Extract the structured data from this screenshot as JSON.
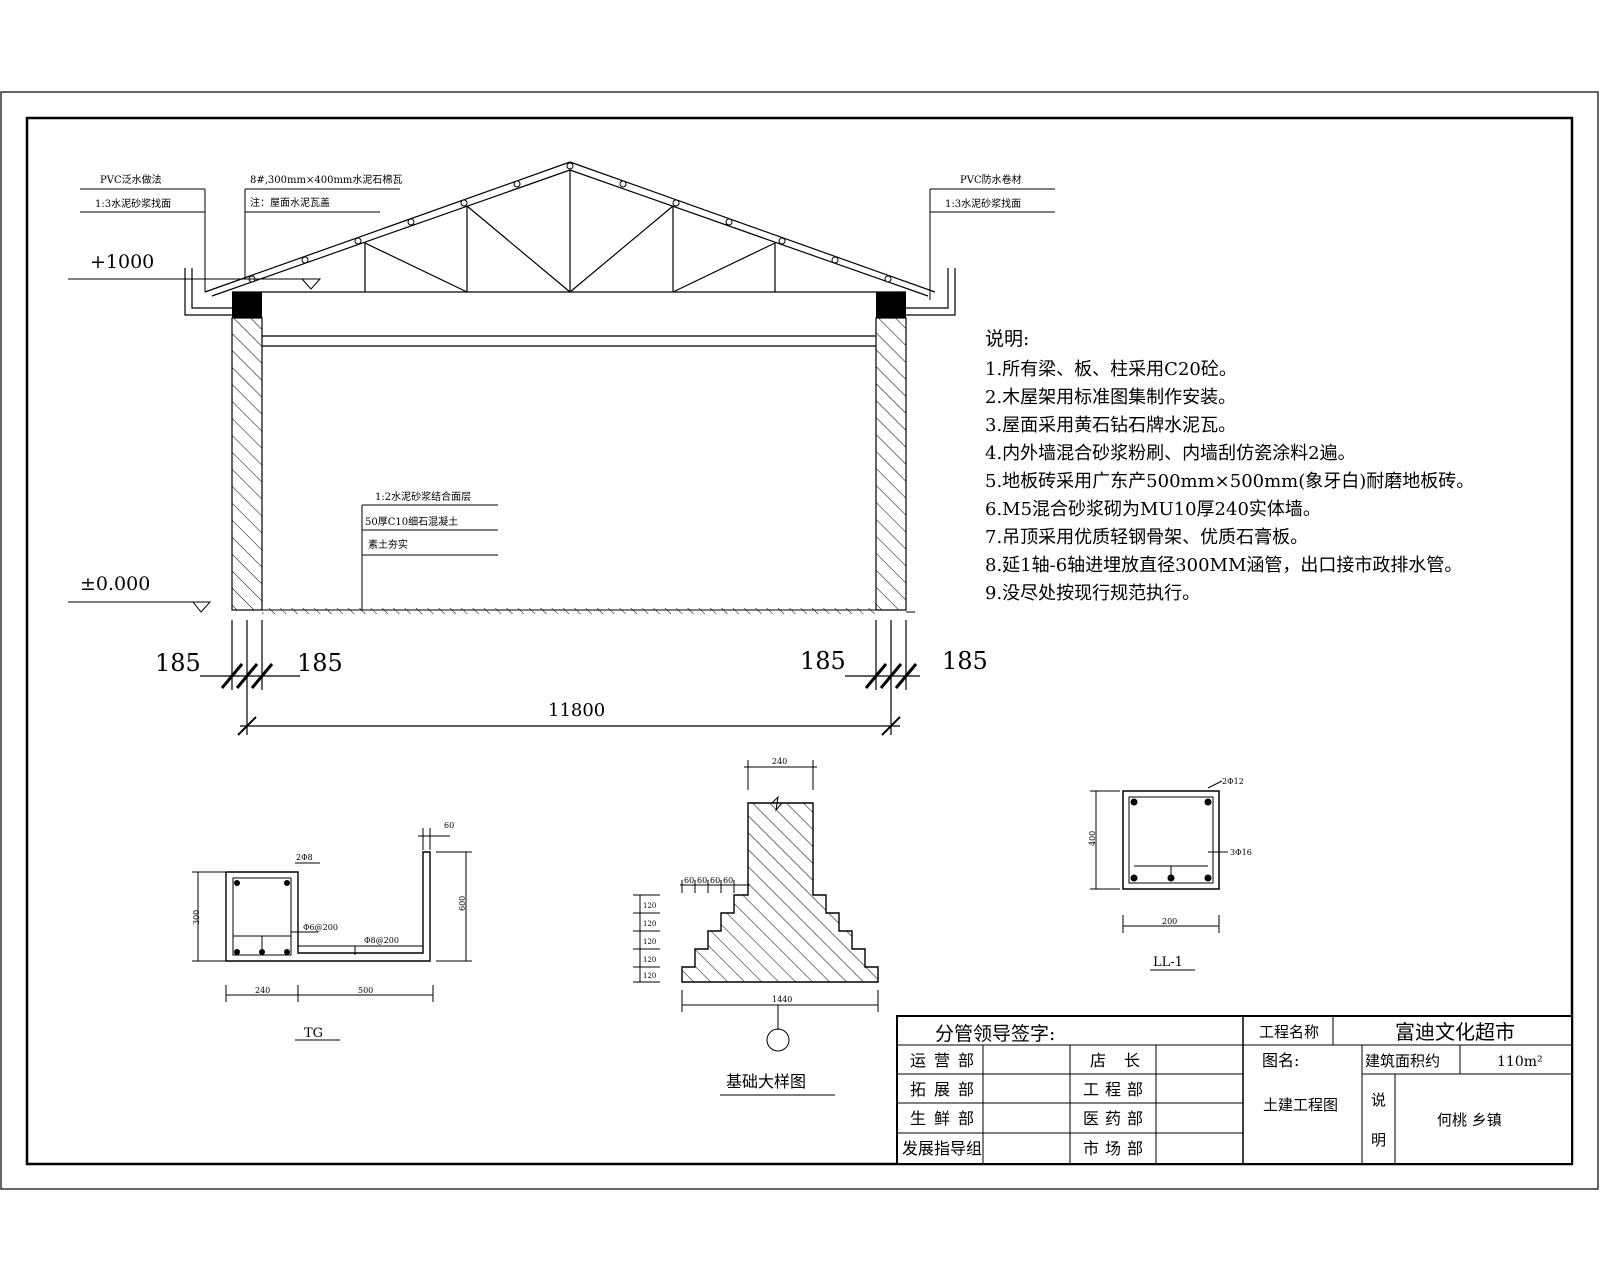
{
  "section": {
    "level_roof": "+1000",
    "level_ground": "±0.000",
    "roof_notes_left": [
      "PVC泛水做法",
      "1:3水泥砂浆找面"
    ],
    "roof_notes_center": [
      "8#,300mm×400mm水泥石棉瓦",
      "注：屋面水泥瓦盖"
    ],
    "roof_notes_right": [
      "PVC防水卷材",
      "1:3水泥砂浆找面"
    ],
    "floor_notes": [
      "1:2水泥砂浆结合面层",
      "50厚C10细石混凝土",
      "素土夯实"
    ],
    "dims": {
      "left_wall_outer": "185",
      "left_wall_inner": "185",
      "right_wall_inner": "185",
      "right_wall_outer": "185",
      "total": "11800"
    }
  },
  "notes": {
    "title": "说明:",
    "items": [
      "1.所有梁、板、柱采用C20砼。",
      "2.木屋架用标准图集制作安装。",
      "3.屋面采用黄石钻石牌水泥瓦。",
      "4.内外墙混合砂浆粉刷、内墙刮仿瓷涂料2遍。",
      "5.地板砖采用广东产500mm×500mm(象牙白)耐磨地板砖。",
      "6.M5混合砂浆砌为MU10厚240实体墙。",
      "7.吊顶采用优质轻钢骨架、优质石膏板。",
      "8.延1轴-6轴进埋放直径300MM涵管，出口接市政排水管。",
      "9.没尽处按现行规范执行。"
    ]
  },
  "details": {
    "tg": {
      "caption": "TG",
      "dim_top": "60",
      "dim_height": "300",
      "dim_right": "600",
      "dim_bottom_left": "240",
      "dim_bottom_right": "500",
      "rebar_top": "2Φ8",
      "rebar_stirrup": "Φ6@200",
      "rebar_plate": "Φ8@200"
    },
    "foundation": {
      "caption": "基础大样图",
      "dim_top": "240",
      "dim_bottom": "1440",
      "step_labels": [
        "60",
        "60",
        "60",
        "60"
      ],
      "height_labels": [
        "120",
        "120",
        "120",
        "120",
        "120"
      ]
    },
    "ll1": {
      "caption": "LL-1",
      "top_rebar": "2Φ12",
      "bottom_rebar": "3Φ16",
      "dim_height": "400",
      "dim_width": "200"
    }
  },
  "title_block": {
    "sign_label": "分管领导签字:",
    "rows_left": [
      "运营部",
      "拓展部",
      "生鲜部",
      "发展指导组"
    ],
    "rows_mid": [
      "店长",
      "工程部",
      "医药部",
      "市场部"
    ],
    "project_label": "工程名称",
    "project_name": "富迪文化超市",
    "drawing_label": "图名:",
    "drawing_name": "土建工程图",
    "area_label": "建筑面积约",
    "area_value": "110m²",
    "desc_label": "说明",
    "desc_value": "何桃 乡镇"
  }
}
